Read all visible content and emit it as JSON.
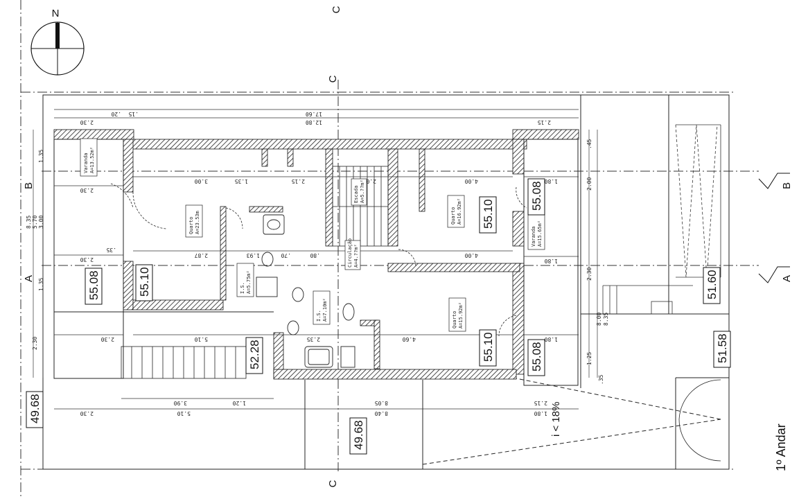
{
  "north_label": "N",
  "floor_title": "1º Andar",
  "ramp_label": "i < 18%",
  "section_labels": {
    "a": "A",
    "b": "B",
    "c": "C"
  },
  "rooms": {
    "varanda_left": {
      "name": "Varanda",
      "area": "A=13.52m²"
    },
    "quarto_main": {
      "name": "Quarto",
      "area": "A=23.53m"
    },
    "is_1": {
      "name": "I.S.",
      "area": "A=5.75m²"
    },
    "is_2": {
      "name": "I.S.",
      "area": "A=7.10m²"
    },
    "escada": {
      "name": "Escada",
      "area": "A=5.??m²"
    },
    "circulacao": {
      "name": "Circulação",
      "area": "A=4.??m²"
    },
    "quarto_upper": {
      "name": "Quarto",
      "area": "A=16.92m²"
    },
    "quarto_lower": {
      "name": "Quarto",
      "area": "A=15.92m²"
    },
    "varanda_right": {
      "name": "Varanda",
      "area": "A=15.65m²"
    }
  },
  "levels": {
    "l1": "55.08",
    "l2": "55.10",
    "l3": "55.10",
    "l4": "55.08",
    "l5": "55.10",
    "l6": "55.08",
    "l7": "52.28",
    "l8": "49.68",
    "l9": "49.68",
    "l10": "51.60",
    "l11": "51.58"
  },
  "dims": {
    "top_1760": "17.60",
    "top_1280": "12.80",
    "top_230": "2.30",
    "top_20": ".20",
    "top_15": ".15",
    "top_215": "2.15",
    "row_300": "3.00",
    "row_135": "1.35",
    "row_215": "2.15",
    "row_200": "2.00",
    "row_400": "4.00",
    "row_180": "1.80",
    "row_230b": "2.30",
    "row_35": ".35",
    "row_287": "2.87",
    "row_193": "1.93",
    "row_70": ".70",
    "row_80": ".80",
    "row_230c": "2.30",
    "row_510": "5.10",
    "row_235": "2.35",
    "row_460": "4.60",
    "bot_390": "3.90",
    "bot_120": "1.20",
    "bot_805": "8.05",
    "bot_510": "5.10",
    "bot_840": "8.40",
    "bot_230": "2.30",
    "bot_215": "2.15",
    "bot_180": "1.80",
    "left_835": "8.35",
    "left_570": "5.70",
    "left_300": "3.00",
    "left_135a": "1.35",
    "left_135b": "1.35",
    "left_230": "2.30",
    "right_200": "2.00",
    "right_230": "2.30",
    "right_835": "8.35",
    "right_800": "8.00",
    "right_125": "1.25",
    "right_45": ".45",
    "right_35": ".35"
  }
}
